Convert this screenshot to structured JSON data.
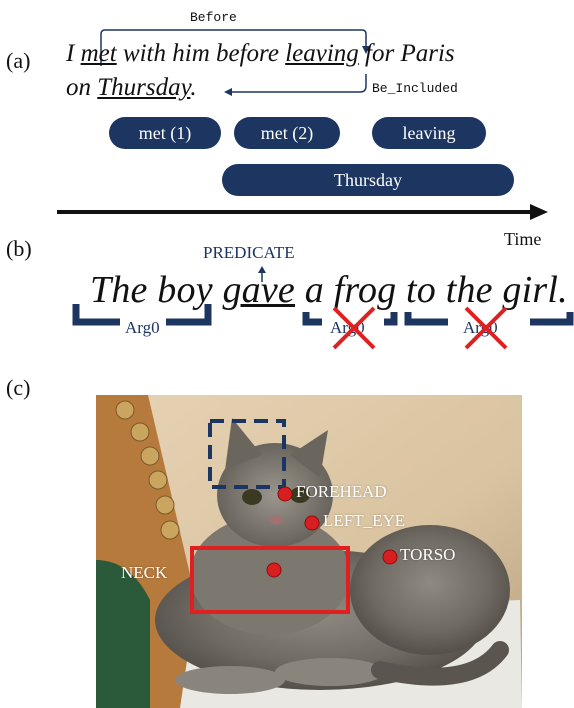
{
  "panel_a": {
    "label": "(a)",
    "sentence_line1": {
      "w1": "I ",
      "w2": "met",
      "w3": " with him before ",
      "w4": "leaving",
      "w5": " for Paris"
    },
    "sentence_line2": {
      "w1": "on ",
      "w2": "Thursday",
      "w3": "."
    },
    "relation_before": "Before",
    "relation_included": "Be_Included",
    "pills": [
      "met (1)",
      "met (2)",
      "leaving",
      "Thursday"
    ],
    "axis_label": "Time"
  },
  "panel_b": {
    "label": "(b)",
    "predicate": "PREDICATE",
    "sentence": {
      "w1": "The boy ",
      "w2": "gave",
      "w3": " a frog to the girl."
    },
    "roles": [
      "Arg0",
      "Arg0",
      "Arg0"
    ]
  },
  "panel_c": {
    "label": "(c)",
    "keypoints": [
      "FOREHEAD",
      "LEFT_EYE",
      "TORSO",
      "NECK"
    ]
  },
  "colors": {
    "navy": "#1c3561",
    "red": "#e02020",
    "keypoint": "#d81e1e"
  }
}
